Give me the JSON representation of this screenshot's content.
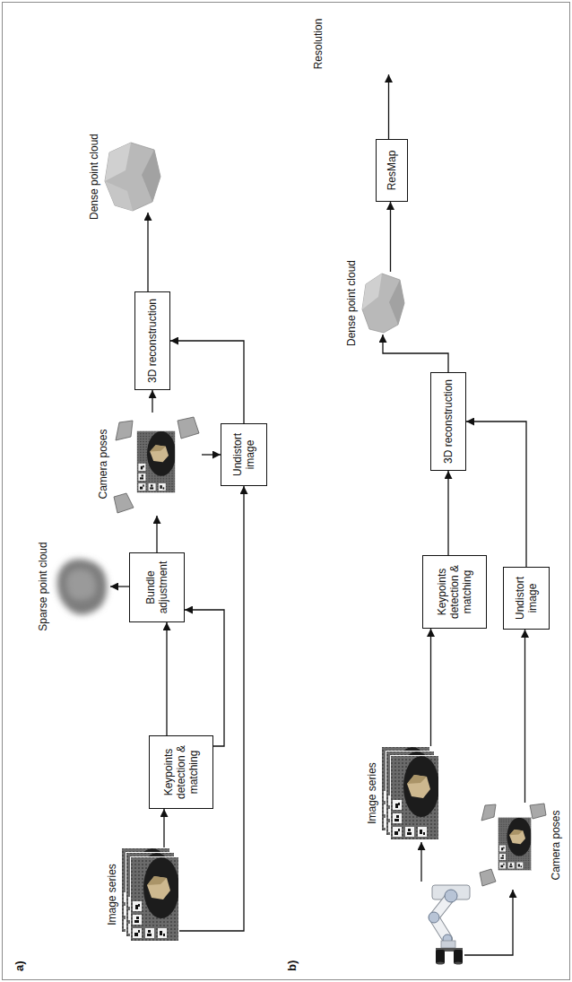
{
  "diagram": {
    "nodes": [
      {
        "text": [
          "Image series"
        ]
      },
      {
        "text": [
          "Keypoints detection & matching"
        ]
      },
      {
        "text": [
          "Bundle adjustment"
        ]
      },
      {
        "text": [
          "Sparse point cloud"
        ]
      },
      {
        "text": [
          "Camera poses"
        ]
      },
      {
        "text": [
          "Undistort image"
        ]
      },
      {
        "text": [
          "3D reconstruction"
        ]
      },
      {
        "text": [
          "Dense point cloud"
        ]
      },
      {
        "text": [
          "Image series"
        ]
      },
      {
        "text": [
          "Camera poses"
        ]
      },
      {
        "text": [
          "Keypoints detection & matching"
        ]
      },
      {
        "text": [
          "Undistort image"
        ]
      },
      {
        "text": [
          "3D reconstruction"
        ]
      },
      {
        "text": [
          "Dense point cloud"
        ]
      },
      {
        "text": [
          "ResMap"
        ]
      },
      {
        "text": [
          "Resolution"
        ]
      }
    ],
    "edges": [
      {
        "from": 0,
        "to": 1,
        "arrow": "to"
      },
      {
        "from": 1,
        "to": 2,
        "arrow": "to"
      },
      {
        "from": 1,
        "to": 2,
        "arrow": "to"
      },
      {
        "from": 2,
        "to": 3,
        "arrow": "to"
      },
      {
        "from": 2,
        "to": 4,
        "arrow": "to"
      },
      {
        "from": 0,
        "to": 5,
        "arrow": "to"
      },
      {
        "from": 4,
        "to": 5,
        "arrow": "to"
      },
      {
        "from": 4,
        "to": 6,
        "arrow": "to"
      },
      {
        "from": 5,
        "to": 6,
        "arrow": "to"
      },
      {
        "from": 6,
        "to": 7,
        "arrow": "to"
      },
      {
        "from": 8,
        "to": 10,
        "arrow": "to"
      },
      {
        "from": 9,
        "to": 11,
        "arrow": "to"
      },
      {
        "from": 10,
        "to": 12,
        "arrow": "to"
      },
      {
        "from": 11,
        "to": 12,
        "arrow": "to"
      },
      {
        "from": 12,
        "to": 13,
        "arrow": "to"
      },
      {
        "from": 13,
        "to": 14,
        "arrow": "to"
      },
      {
        "from": 14,
        "to": 15,
        "arrow": "to"
      }
    ],
    "labels": [
      "a)",
      "b)"
    ]
  }
}
